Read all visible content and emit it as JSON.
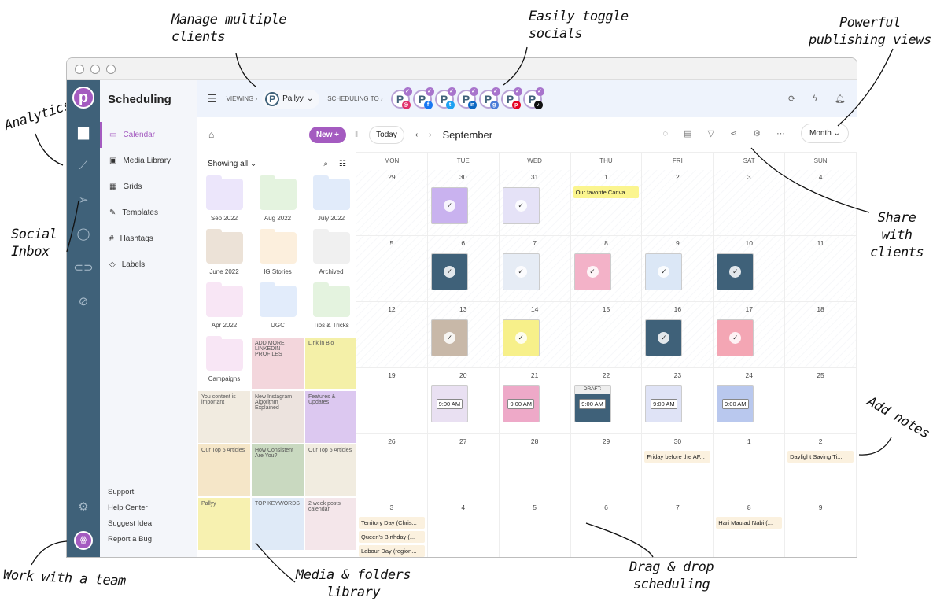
{
  "annotations": {
    "clients": "Manage multiple\nclients",
    "socials": "Easily toggle\nsocials",
    "views": "Powerful\npublishing views",
    "analytics": "Analytics",
    "inbox": "Social\nInbox",
    "share": "Share\nwith\nclients",
    "notes": "Add notes",
    "team": "Work with a team",
    "media": "Media & folders\nlibrary",
    "drag": "Drag & drop\nscheduling"
  },
  "app": {
    "logo": "p",
    "section_title": "Scheduling"
  },
  "rail_icons": [
    "calendar-icon",
    "analytics-icon",
    "send-icon",
    "inbox-icon",
    "link-icon",
    "compass-icon"
  ],
  "nav": [
    {
      "label": "Calendar",
      "icon": "▭",
      "active": true
    },
    {
      "label": "Media Library",
      "icon": "▣"
    },
    {
      "label": "Grids",
      "icon": "▦"
    },
    {
      "label": "Templates",
      "icon": "✎"
    },
    {
      "label": "Hashtags",
      "icon": "#"
    },
    {
      "label": "Labels",
      "icon": "◇"
    }
  ],
  "footer": [
    "Support",
    "Help Center",
    "Suggest Idea",
    "Report a Bug"
  ],
  "topbar": {
    "viewing": "VIEWING ›",
    "client": "Pallyy",
    "scheduling_to": "SCHEDULING TO ›",
    "socials": [
      {
        "name": "instagram",
        "color": "#e1306c",
        "glyph": "◎"
      },
      {
        "name": "facebook",
        "color": "#1877f2",
        "glyph": "f"
      },
      {
        "name": "twitter",
        "color": "#1da1f2",
        "glyph": "t"
      },
      {
        "name": "linkedin",
        "color": "#0a66c2",
        "glyph": "in"
      },
      {
        "name": "google-business",
        "color": "#4a7bd8",
        "glyph": "g"
      },
      {
        "name": "pinterest",
        "color": "#e60023",
        "glyph": "p"
      },
      {
        "name": "tiktok",
        "color": "#111111",
        "glyph": "♪"
      }
    ]
  },
  "media": {
    "new_label": "New +",
    "showing": "Showing all ⌄",
    "folders": [
      {
        "label": "Sep 2022",
        "color": "#ece6fb"
      },
      {
        "label": "Aug 2022",
        "color": "#e4f3df"
      },
      {
        "label": "July 2022",
        "color": "#e1ebfa"
      },
      {
        "label": "June 2022",
        "color": "#ece2d7"
      },
      {
        "label": "IG Stories",
        "color": "#fcefdd"
      },
      {
        "label": "Archived",
        "color": "#f0f0f0"
      },
      {
        "label": "Apr 2022",
        "color": "#f8e6f5"
      },
      {
        "label": "UGC",
        "color": "#e2ecfb"
      },
      {
        "label": "Tips & Tricks",
        "color": "#e4f3df"
      },
      {
        "label": "Campaigns",
        "color": "#f8e6f5"
      }
    ],
    "tiles": [
      {
        "text": "ADD MORE LINKEDIN PROFILES",
        "bg": "#f3d6dc"
      },
      {
        "text": "Link in Bio",
        "bg": "#f4f0a8"
      },
      {
        "text": "You content is important",
        "bg": "#f1ebe0"
      },
      {
        "text": "New Instagram Algorithm Explained",
        "bg": "#ece3de"
      },
      {
        "text": "Features & Updates",
        "bg": "#dcc8f0"
      },
      {
        "text": "Our Top 5 Articles",
        "bg": "#f5e6c8"
      },
      {
        "text": "How Consistent Are You?",
        "bg": "#c9d9c0"
      },
      {
        "text": "Our Top 5 Articles",
        "bg": "#f1ece0"
      },
      {
        "text": "Pallyy",
        "bg": "#f7f1b0"
      },
      {
        "text": "TOP KEYWORDS",
        "bg": "#dfeaf7"
      },
      {
        "text": "2 week posts calendar",
        "bg": "#f4e6ea"
      }
    ]
  },
  "calendar": {
    "today": "Today",
    "month": "September",
    "view": "Month",
    "days": [
      "MON",
      "TUE",
      "WED",
      "THU",
      "FRI",
      "SAT",
      "SUN"
    ],
    "weeks": [
      [
        {
          "d": "29"
        },
        {
          "d": "30",
          "post": {
            "bg": "#c9b2ef"
          }
        },
        {
          "d": "31",
          "post": {
            "bg": "#e5e2f7"
          }
        },
        {
          "d": "1",
          "notes": [
            {
              "t": "Our favorite Canva ...",
              "y": true
            }
          ]
        },
        {
          "d": "2"
        },
        {
          "d": "3"
        },
        {
          "d": "4"
        }
      ],
      [
        {
          "d": "5"
        },
        {
          "d": "6",
          "post": {
            "bg": "#3f6179"
          }
        },
        {
          "d": "7",
          "post": {
            "bg": "#e6ecf5"
          }
        },
        {
          "d": "8",
          "post": {
            "bg": "#f3b2c8"
          }
        },
        {
          "d": "9",
          "post": {
            "bg": "#dbe7f6"
          }
        },
        {
          "d": "10",
          "post": {
            "bg": "#3f6179"
          }
        },
        {
          "d": "11"
        }
      ],
      [
        {
          "d": "12"
        },
        {
          "d": "13",
          "post": {
            "bg": "#c8b8a8"
          }
        },
        {
          "d": "14",
          "post": {
            "bg": "#f7f08a"
          }
        },
        {
          "d": "15"
        },
        {
          "d": "16",
          "post": {
            "bg": "#3f6179"
          }
        },
        {
          "d": "17",
          "post": {
            "bg": "#f4a6b4"
          }
        },
        {
          "d": "18"
        }
      ],
      [
        {
          "d": "19"
        },
        {
          "d": "20",
          "post": {
            "bg": "#e9e0f2",
            "time": "9:00 AM"
          }
        },
        {
          "d": "21",
          "post": {
            "bg": "#eea9c8",
            "time": "9:00 AM"
          }
        },
        {
          "d": "22",
          "post": {
            "bg": "#3f6179",
            "time": "9:00 AM",
            "draft": "DRAFT:"
          }
        },
        {
          "d": "23",
          "post": {
            "bg": "#dfe3f6",
            "time": "9:00 AM"
          }
        },
        {
          "d": "24",
          "post": {
            "bg": "#b9c8ee",
            "time": "9:00 AM"
          }
        },
        {
          "d": "25"
        }
      ],
      [
        {
          "d": "26"
        },
        {
          "d": "27"
        },
        {
          "d": "28"
        },
        {
          "d": "29"
        },
        {
          "d": "30",
          "notes": [
            {
              "t": "Friday before the AF..."
            }
          ]
        },
        {
          "d": "1"
        },
        {
          "d": "2",
          "notes": [
            {
              "t": "Daylight Saving Ti..."
            }
          ]
        }
      ],
      [
        {
          "d": "3",
          "notes": [
            {
              "t": "Territory Day (Chris..."
            },
            {
              "t": "Queen's Birthday (..."
            },
            {
              "t": "Labour Day (region..."
            }
          ]
        },
        {
          "d": "4"
        },
        {
          "d": "5"
        },
        {
          "d": "6"
        },
        {
          "d": "7"
        },
        {
          "d": "8",
          "notes": [
            {
              "t": "Hari Maulad Nabi (..."
            }
          ]
        },
        {
          "d": "9"
        }
      ]
    ]
  }
}
